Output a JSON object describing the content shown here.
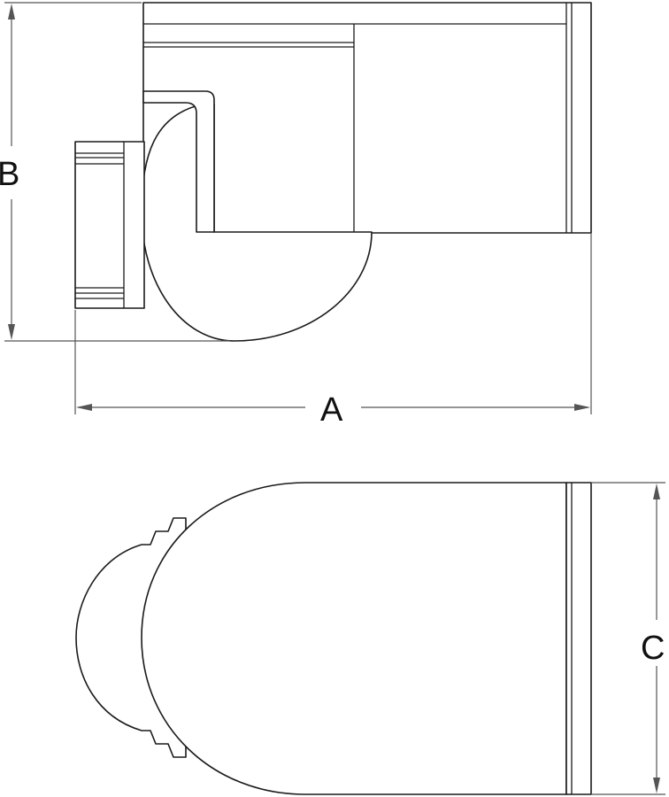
{
  "dimensions": {
    "a": "A",
    "b": "B",
    "c": "C"
  },
  "colors": {
    "line": "#1a1a1a",
    "dimension": "#555555",
    "background": "#ffffff"
  }
}
